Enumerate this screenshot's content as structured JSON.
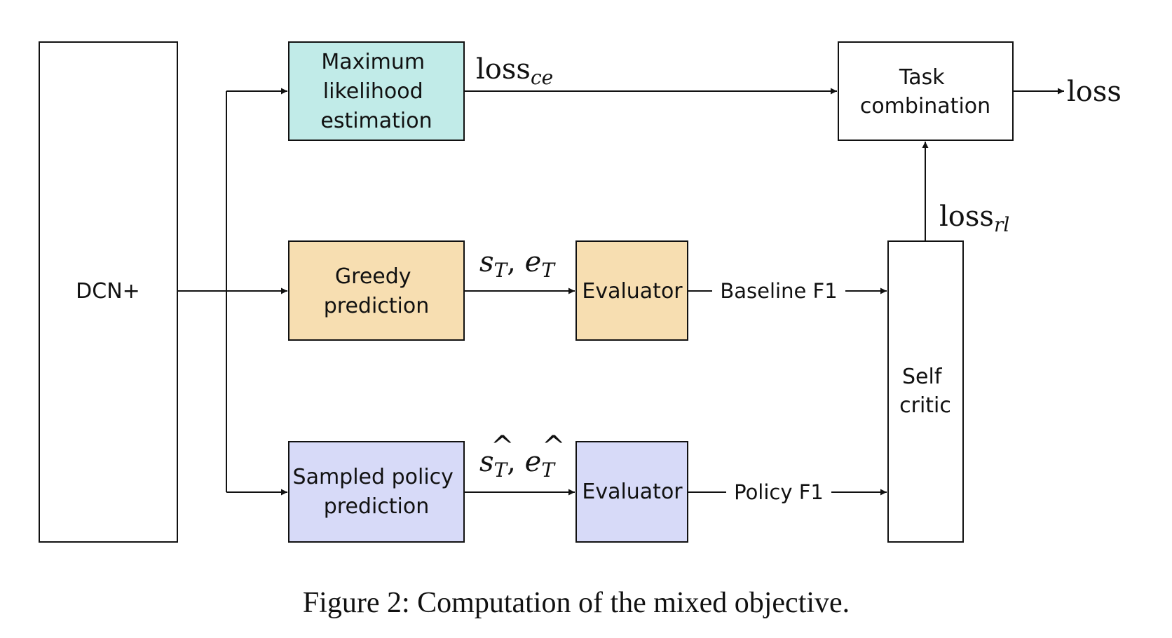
{
  "colors": {
    "mle_fill": "#c1ebe8",
    "greedy_fill": "#f7deb1",
    "sampled_fill": "#d7daf8",
    "plain_fill": "#ffffff",
    "stroke": "#111111"
  },
  "nodes": {
    "dcn": {
      "lines": [
        "DCN+"
      ]
    },
    "mle": {
      "lines": [
        "Maximum",
        "likelihood",
        "estimation"
      ]
    },
    "greedy": {
      "lines": [
        "Greedy",
        "prediction"
      ]
    },
    "sampled": {
      "lines": [
        "Sampled policy",
        "prediction"
      ]
    },
    "evaluator_top": {
      "lines": [
        "Evaluator"
      ]
    },
    "evaluator_bottom": {
      "lines": [
        "Evaluator"
      ]
    },
    "task_combination": {
      "lines": [
        "Task",
        "combination"
      ]
    },
    "self_critic": {
      "lines": [
        "Self",
        "critic"
      ]
    }
  },
  "edge_labels": {
    "loss_ce": {
      "base": "loss",
      "sub": "ce"
    },
    "loss_rl": {
      "base": "loss",
      "sub": "rl"
    },
    "loss_out": "loss",
    "greedy_out": {
      "s": "s",
      "s_sub": "T",
      "comma": ", ",
      "e": "e",
      "e_sub": "T"
    },
    "sampled_out": {
      "s": "s",
      "s_sub": "T",
      "comma": ", ",
      "e": "e",
      "e_sub": "T",
      "hat": "^"
    },
    "baseline_f1": "Baseline F1",
    "policy_f1": "Policy F1"
  },
  "caption": "Figure 2: Computation of the mixed objective."
}
